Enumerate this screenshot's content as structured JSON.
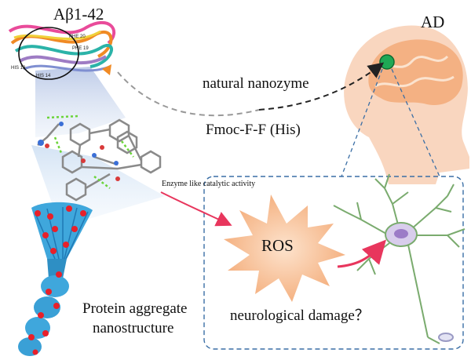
{
  "protein_label": "Aβ1-42",
  "target_label": "AD",
  "nanozyme_label": "natural nanozyme",
  "peptide_label": "Fmoc-F-F (His)",
  "enzyme_activity_label": "Enzyme like catalytic activity",
  "ros_label": "ROS",
  "damage_label": "neurological damage？",
  "aggregate_label_line1": "Protein aggregate",
  "aggregate_label_line2": "nanostructure",
  "residue_labels": [
    "PHE 20",
    "PHE 19",
    "HIS 13",
    "HIS 14"
  ],
  "colors": {
    "dashed_line": "#999999",
    "dashed_arrow": "#222222",
    "box_border": "#3a6ea5",
    "head": "#f9d6bf",
    "brain": "#f4b183",
    "brain_dot": "#1fa855",
    "ros_burst": "#f8c9a3",
    "neuron": "#7aab6e",
    "fiber": "#3fa7dc",
    "fiber_dots": "#e8202a",
    "pink_arrow": "#e8365d",
    "cone": "#d9e4f2"
  }
}
